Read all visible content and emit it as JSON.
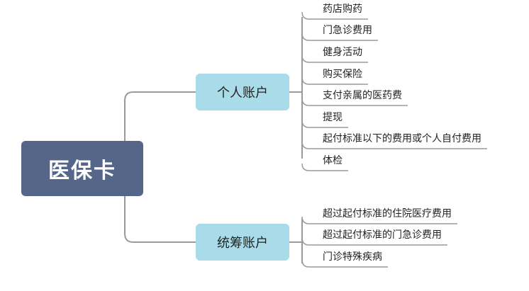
{
  "root": {
    "label": "医保卡"
  },
  "branches": [
    {
      "label": "个人账户",
      "items": [
        "药店购药",
        "门急诊费用",
        "健身活动",
        "购买保险",
        "支付亲属的医药费",
        "提现",
        "起付标准以下的费用或个人自付费用",
        "体检"
      ]
    },
    {
      "label": "统筹账户",
      "items": [
        "超过起付标准的住院医疗费用",
        "超过起付标准的门急诊费用",
        "门诊特殊疾病"
      ]
    }
  ],
  "colors": {
    "root_bg": "#556688",
    "branch_bg": "#a9dbe8",
    "connector": "#9a9a9a"
  }
}
